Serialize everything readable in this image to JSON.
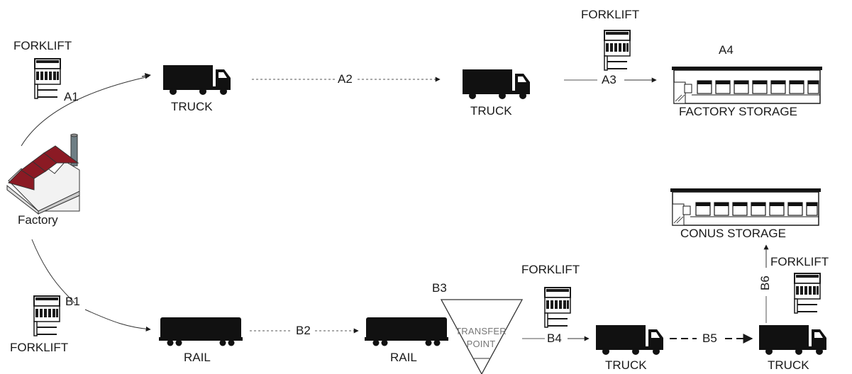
{
  "factory": {
    "label": "Factory"
  },
  "route_a": {
    "forklift_1": "FORKLIFT",
    "a1": "A1",
    "truck_1": "TRUCK",
    "a2": "A2",
    "truck_2": "TRUCK",
    "forklift_2": "FORKLIFT",
    "a3": "A3",
    "a4": "A4",
    "storage": "FACTORY STORAGE"
  },
  "route_b": {
    "forklift_1": "FORKLIFT",
    "b1": "B1",
    "rail_1": "RAIL",
    "b2": "B2",
    "rail_2": "RAIL",
    "b3": "B3",
    "transfer_line1": "TRANSFER",
    "transfer_line2": "POINT",
    "forklift_2": "FORKLIFT",
    "b4": "B4",
    "truck_1": "TRUCK",
    "b5": "B5",
    "truck_2": "TRUCK",
    "b6": "B6",
    "forklift_3": "FORKLIFT",
    "storage": "CONUS STORAGE"
  },
  "colors": {
    "roof": "#8b1a24",
    "ink": "#1a1a1a",
    "chimney": "#6f7f85"
  },
  "icons": [
    "forklift-icon",
    "truck-icon",
    "rail-car-icon",
    "warehouse-icon",
    "factory-icon",
    "transfer-point-icon"
  ]
}
